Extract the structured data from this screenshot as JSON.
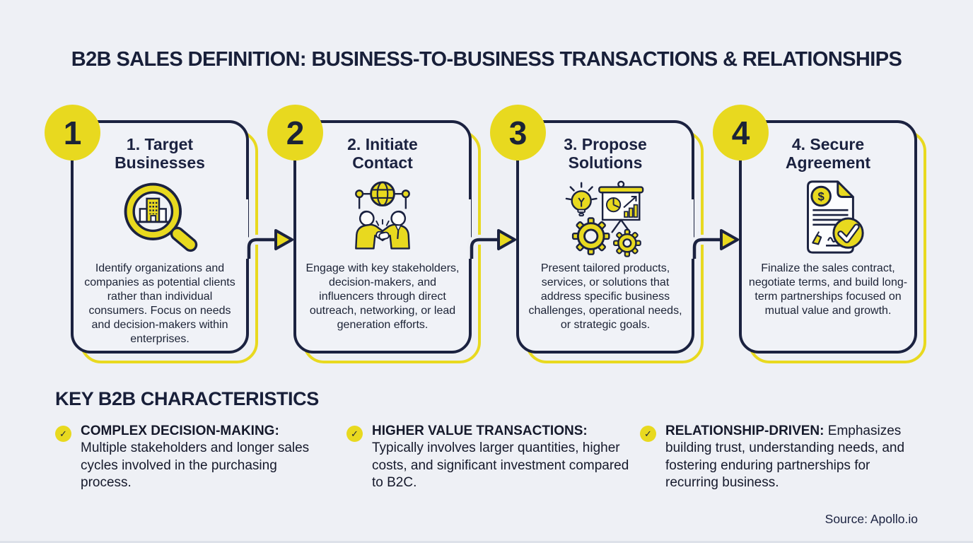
{
  "title": "B2B SALES DEFINITION: BUSINESS-TO-BUSINESS TRANSACTIONS & RELATIONSHIPS",
  "colors": {
    "yellow": "#e8d91f",
    "navy": "#1b2240",
    "background": "#eef0f5"
  },
  "steps": [
    {
      "number": "1",
      "title": "1. Target Businesses",
      "icon": "magnifier-building-icon",
      "description": "Identify organizations and companies as potential clients rather than individual consumers. Focus on needs and decision-makers within enterprises."
    },
    {
      "number": "2",
      "title": "2. Initiate Contact",
      "icon": "handshake-globe-icon",
      "description": "Engage with key stakeholders, decision-makers, and influencers through direct outreach, networking, or lead generation efforts."
    },
    {
      "number": "3",
      "title": "3. Propose Solutions",
      "icon": "idea-gears-presentation-icon",
      "description": "Present tailored products, services, or solutions that address specific business challenges, operational needs, or strategic goals."
    },
    {
      "number": "4",
      "title": "4. Secure Agreement",
      "icon": "contract-check-icon",
      "icon_text": "$",
      "description": "Finalize the sales contract, negotiate terms, and build long-term partnerships focused on mutual value and growth."
    }
  ],
  "characteristics": {
    "heading": "KEY B2B CHARACTERISTICS",
    "bullet_icon": "check-icon",
    "items": [
      {
        "label": "COMPLEX DECISION-MAKING:",
        "text": "Multiple stakeholders and longer sales cycles involved in the purchasing process."
      },
      {
        "label": "HIGHER VALUE TRANSACTIONS:",
        "text": "Typically involves larger quantities, higher costs, and significant investment compared to B2C."
      },
      {
        "label": "RELATIONSHIP-DRIVEN:",
        "text": "Emphasizes building trust, understanding needs, and fostering enduring partnerships for recurring business."
      }
    ]
  },
  "source": "Source: Apollo.io"
}
